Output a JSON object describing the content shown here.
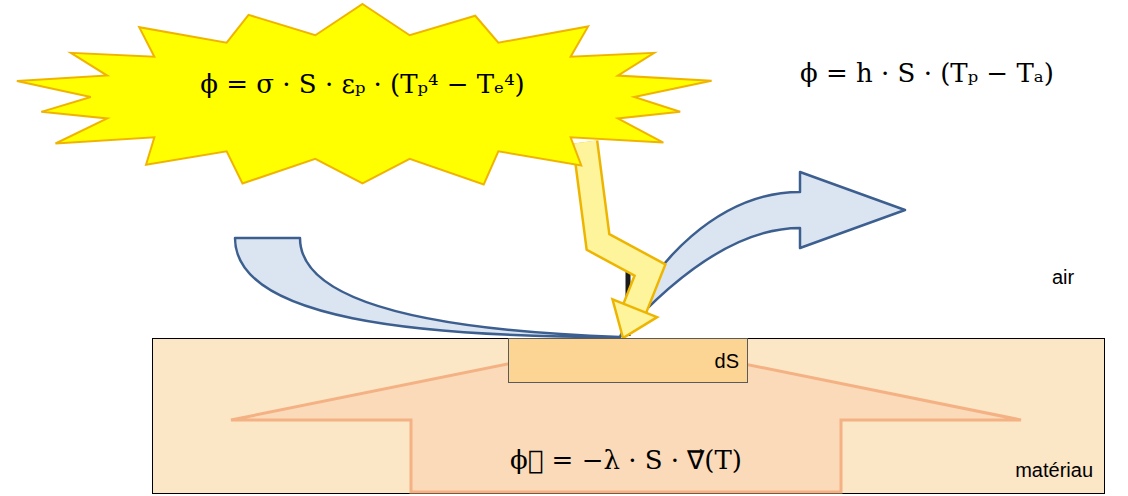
{
  "diagram": {
    "nodes": [
      {
        "text": [
          "ϕ = σ · S · εₚ · (Tₚ⁴ − Tₑ⁴)"
        ]
      },
      {
        "text": [
          "matériau"
        ]
      },
      {
        "text": [
          "dS"
        ],
        "in": 1
      },
      {
        "text": [
          "ϕ⃗ = −λ · S · ∇⃗(T)"
        ],
        "in": 1
      }
    ],
    "edges": [
      {
        "from": 0,
        "to": 2,
        "arrow": "to"
      }
    ],
    "labels": [
      "ϕ = h · S · (Tₚ − Tₐ)",
      "air"
    ]
  }
}
